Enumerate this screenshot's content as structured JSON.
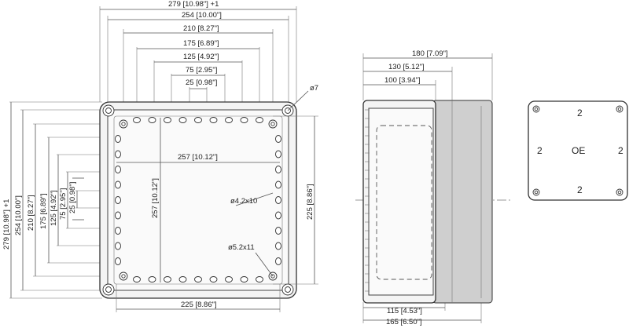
{
  "front_view": {
    "dim_top_279": "279 [10.98\"] +1",
    "dim_top_254": "254 [10.00\"]",
    "dim_top_210": "210 [8.27\"]",
    "dim_top_175": "175 [6.89\"]",
    "dim_top_125": "125 [4.92\"]",
    "dim_top_75": "75 [2.95\"]",
    "dim_top_25": "25 [0.98\"]",
    "dim_left_279": "279 [10.98\"] +1",
    "dim_left_254": "254 [10.00\"]",
    "dim_left_210": "210 [8.27\"]",
    "dim_left_175": "175 [6.89\"]",
    "dim_left_125": "125 [4.92\"]",
    "dim_left_75": "75 [2.95\"]",
    "dim_left_25": "25 [0.98\"]",
    "dim_inner_horizontal": "257 [10.12\"]",
    "dim_inner_vertical": "257 [10.12\"]",
    "dim_right_225": "225 [8.86\"]",
    "dim_bottom_225": "225 [8.86\"]",
    "hole_label_small": "ø4.2x10",
    "hole_label_large": "ø5.2x11",
    "corner_label": "ø7"
  },
  "side_view": {
    "dim_180": "180 [7.09\"]",
    "dim_130": "130 [5.12\"]",
    "dim_100": "100 [3.94\"]",
    "dim_115": "115 [4.53\"]",
    "dim_165": "165 [6.50\"]"
  },
  "knockout_view": {
    "top_label": "2",
    "left_label": "2",
    "right_label": "2",
    "bottom_label": "2",
    "center_label": "OE"
  }
}
